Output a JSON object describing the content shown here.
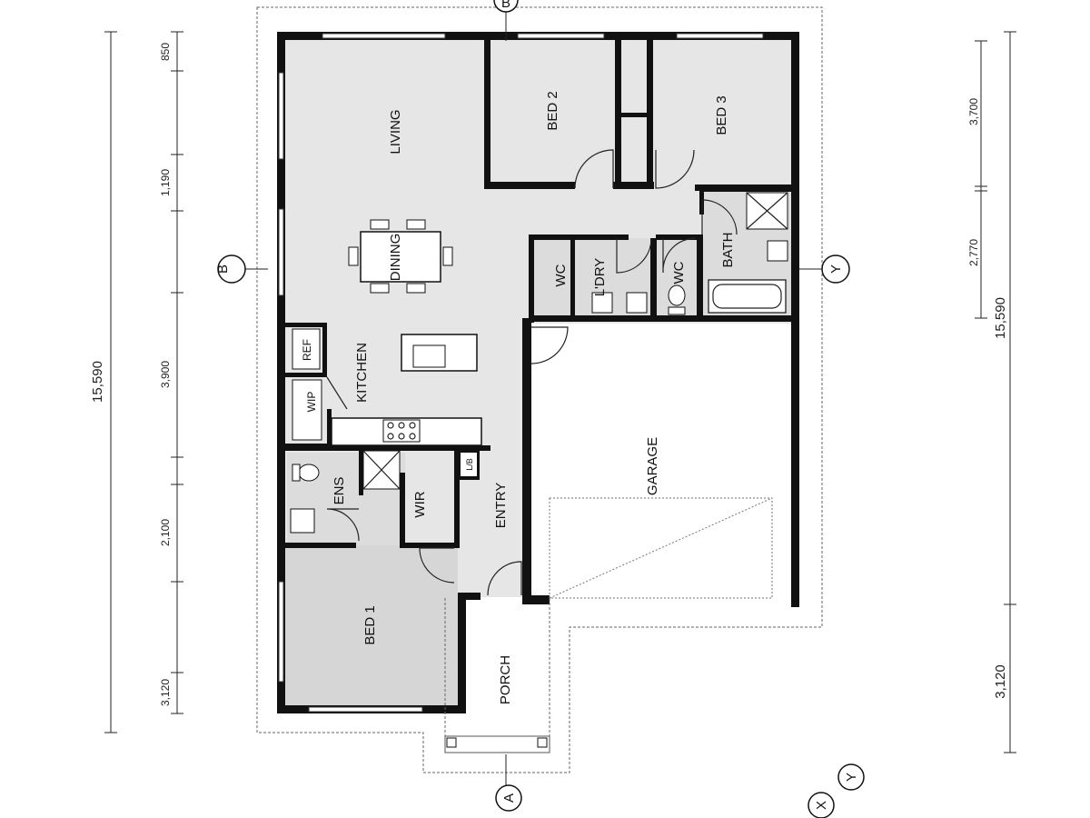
{
  "rooms": {
    "living": "LIVING",
    "bed2": "BED 2",
    "bed3": "BED 3",
    "dining": "DINING",
    "wc1": "WC",
    "laundry": "L'DRY",
    "wc2": "WC",
    "bath": "BATH",
    "ref": "REF",
    "kitchen": "KITCHEN",
    "wip": "WIP",
    "ens": "ENS",
    "wir": "WIR",
    "linen": "L/B",
    "entry": "ENTRY",
    "garage": "GARAGE",
    "bed1": "BED 1",
    "porch": "PORCH"
  },
  "dimensions": {
    "left_total": "15,590",
    "left_segments": [
      "850",
      "1,190",
      "3,900",
      "2,100",
      "3,120"
    ],
    "right_total": "15,590",
    "right_segments": [
      "3,700",
      "2,770"
    ],
    "right_lower": "3,120"
  },
  "gridlines": {
    "section_a": "A",
    "section_b_top": "B",
    "section_b_left": "B",
    "section_y_right": "Y",
    "elevation_x": "X",
    "elevation_y": "Y"
  }
}
